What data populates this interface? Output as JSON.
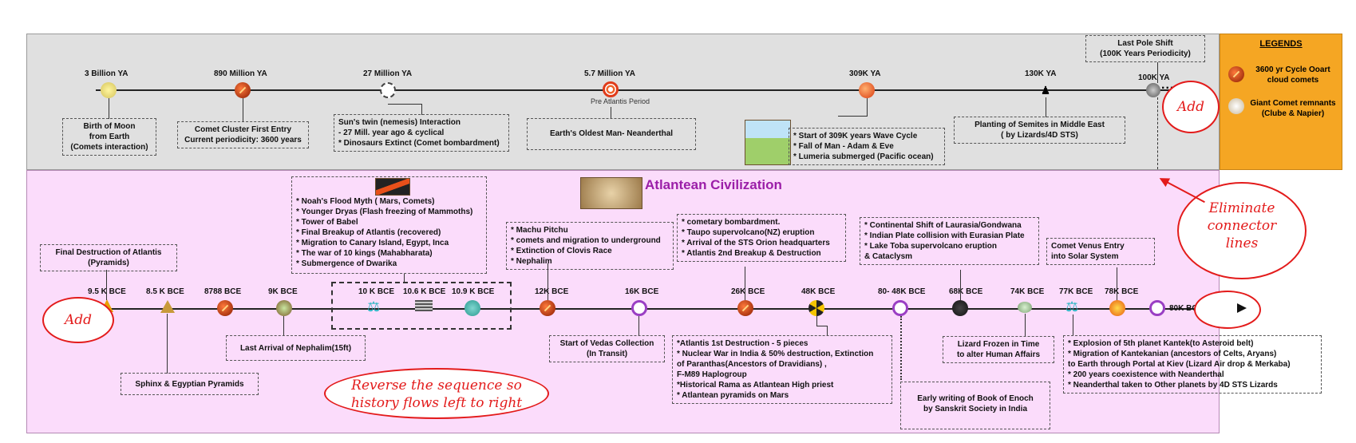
{
  "legend": {
    "title": "LEGENDS",
    "items": [
      {
        "label": "3600 yr Cycle Ooart cloud comets",
        "icon": "comet-icon"
      },
      {
        "label": "Giant Comet remnants (Clube & Napier)",
        "icon": "comet-remnant-icon"
      }
    ]
  },
  "top_timeline": {
    "events": [
      {
        "date": "3 Billion YA",
        "box": "Birth of Moon\nfrom Earth\n(Comets interaction)",
        "icon": "moon-icon"
      },
      {
        "date": "890 Million YA",
        "box": "Comet Cluster First Entry\nCurrent periodicity: 3600 years",
        "icon": "comet-icon"
      },
      {
        "date": "27 Million YA",
        "box": "Sun's twin (nemesis) Interaction\n- 27 Mill. year ago & cyclical\n* Dinosaurs Extinct (Comet bombardment)",
        "icon": "nemesis-icon"
      },
      {
        "date": "5.7 Million YA",
        "sublabel": "Pre Atlantis Period",
        "box": "Earth's Oldest Man- Neanderthal",
        "icon": "target-icon"
      },
      {
        "date": "309K YA",
        "box": "* Start of 309K years Wave Cycle\n* Fall of Man - Adam & Eve\n* Lumeria submerged (Pacific ocean)",
        "icon": "apple-icon"
      },
      {
        "date": "130K YA",
        "box": "Planting of Semites in Middle East\n( by Lizards/4D STS)",
        "icon": "people-icon"
      },
      {
        "date": "100K YA",
        "box": "Last Pole Shift\n(100K Years Periodicity)",
        "icon": "pole-icon"
      }
    ]
  },
  "bottom_timeline": {
    "title": "Atlantean Civilization",
    "events": [
      {
        "date": "9.5 K BCE",
        "icon": "warning-icon"
      },
      {
        "date": "8.5 K BCE",
        "icon": "pyramid-icon"
      },
      {
        "date": "8788 BCE",
        "icon": "comet-icon"
      },
      {
        "date": "9K BCE",
        "icon": "nephalim-icon"
      },
      {
        "date": "10 K BCE",
        "icon": "scales-icon"
      },
      {
        "date": "10.6 K BCE",
        "icon": "ark-icon"
      },
      {
        "date": "10.9 K BCE",
        "icon": "earth-icon"
      },
      {
        "date": "12K BCE",
        "icon": "comet-icon"
      },
      {
        "date": "16K BCE",
        "icon": "purple-circle-icon"
      },
      {
        "date": "26K BCE",
        "icon": "comet-icon"
      },
      {
        "date": "48K BCE",
        "icon": "nuclear-icon"
      },
      {
        "date": "80- 48K BCE",
        "icon": "purple-circle-icon"
      },
      {
        "date": "68K BCE",
        "icon": "globe-icon"
      },
      {
        "date": "74K BCE",
        "icon": "alien-icon"
      },
      {
        "date": "77K BCE",
        "icon": "scales-icon"
      },
      {
        "date": "78K BCE",
        "icon": "comet-fire-icon"
      },
      {
        "date": "80K BCE",
        "icon": "purple-circle-icon"
      }
    ],
    "boxes": {
      "final_destruction": "Final Destruction of Atlantis\n(Pyramids)",
      "sphinx": "Sphinx & Egyptian Pyramids",
      "nephalim": "Last Arrival of Nephalim(15ft)",
      "noah": "* Noah's Flood Myth ( Mars, Comets)\n* Younger Dryas (Flash freezing of Mammoths)\n* Tower of Babel\n* Final Breakup of Atlantis (recovered)\n* Migration to Canary Island, Egypt, Inca\n* The war of 10 kings (Mahabharata)\n* Submergence of Dwarika",
      "machu": "* Machu Pitchu\n* comets and migration to underground\n* Extinction of Clovis Race\n* Nephalim",
      "vedas": "Start of Vedas Collection\n(In Transit)",
      "cometary": "* cometary bombardment.\n* Taupo supervolcano(NZ) eruption\n* Arrival of the STS Orion headquarters\n* Atlantis 2nd Breakup & Destruction",
      "atlantis1": "*Atlantis 1st Destruction - 5 pieces\n* Nuclear War in India & 50% destruction, Extinction\n  of Paranthas(Ancestors of Dravidians) ,\n  F-M89 Haplogroup\n*Historical Rama as Atlantean High priest\n* Atlantean pyramids on Mars",
      "continental": "* Continental Shift of Laurasia/Gondwana\n* Indian Plate collision with Eurasian Plate\n* Lake Toba supervolcano eruption\n& Cataclysm",
      "enoch": "Early writing of Book of Enoch\nby Sanskrit Society in India",
      "lizard": "Lizard Frozen in Time\nto alter Human Affairs",
      "venus": "Comet Venus Entry\ninto Solar System",
      "kantek": "* Explosion of 5th planet Kantek(to Asteroid belt)\n* Migration of Kantekanian (ancestors of Celts, Aryans)\n  to Earth through Portal at Kiev (Lizard Air drop & Merkaba)\n* 200 years coexistence with Neanderthal\n* Neanderthal taken to Other planets by 4D STS Lizards"
    }
  },
  "annotations": {
    "add_top": "Add",
    "add_bottom": "Add",
    "eliminate": "Eliminate\nconnector\nlines",
    "reverse": "Reverse the sequence so\nhistory flows left to right",
    "ellipsis": "..."
  }
}
